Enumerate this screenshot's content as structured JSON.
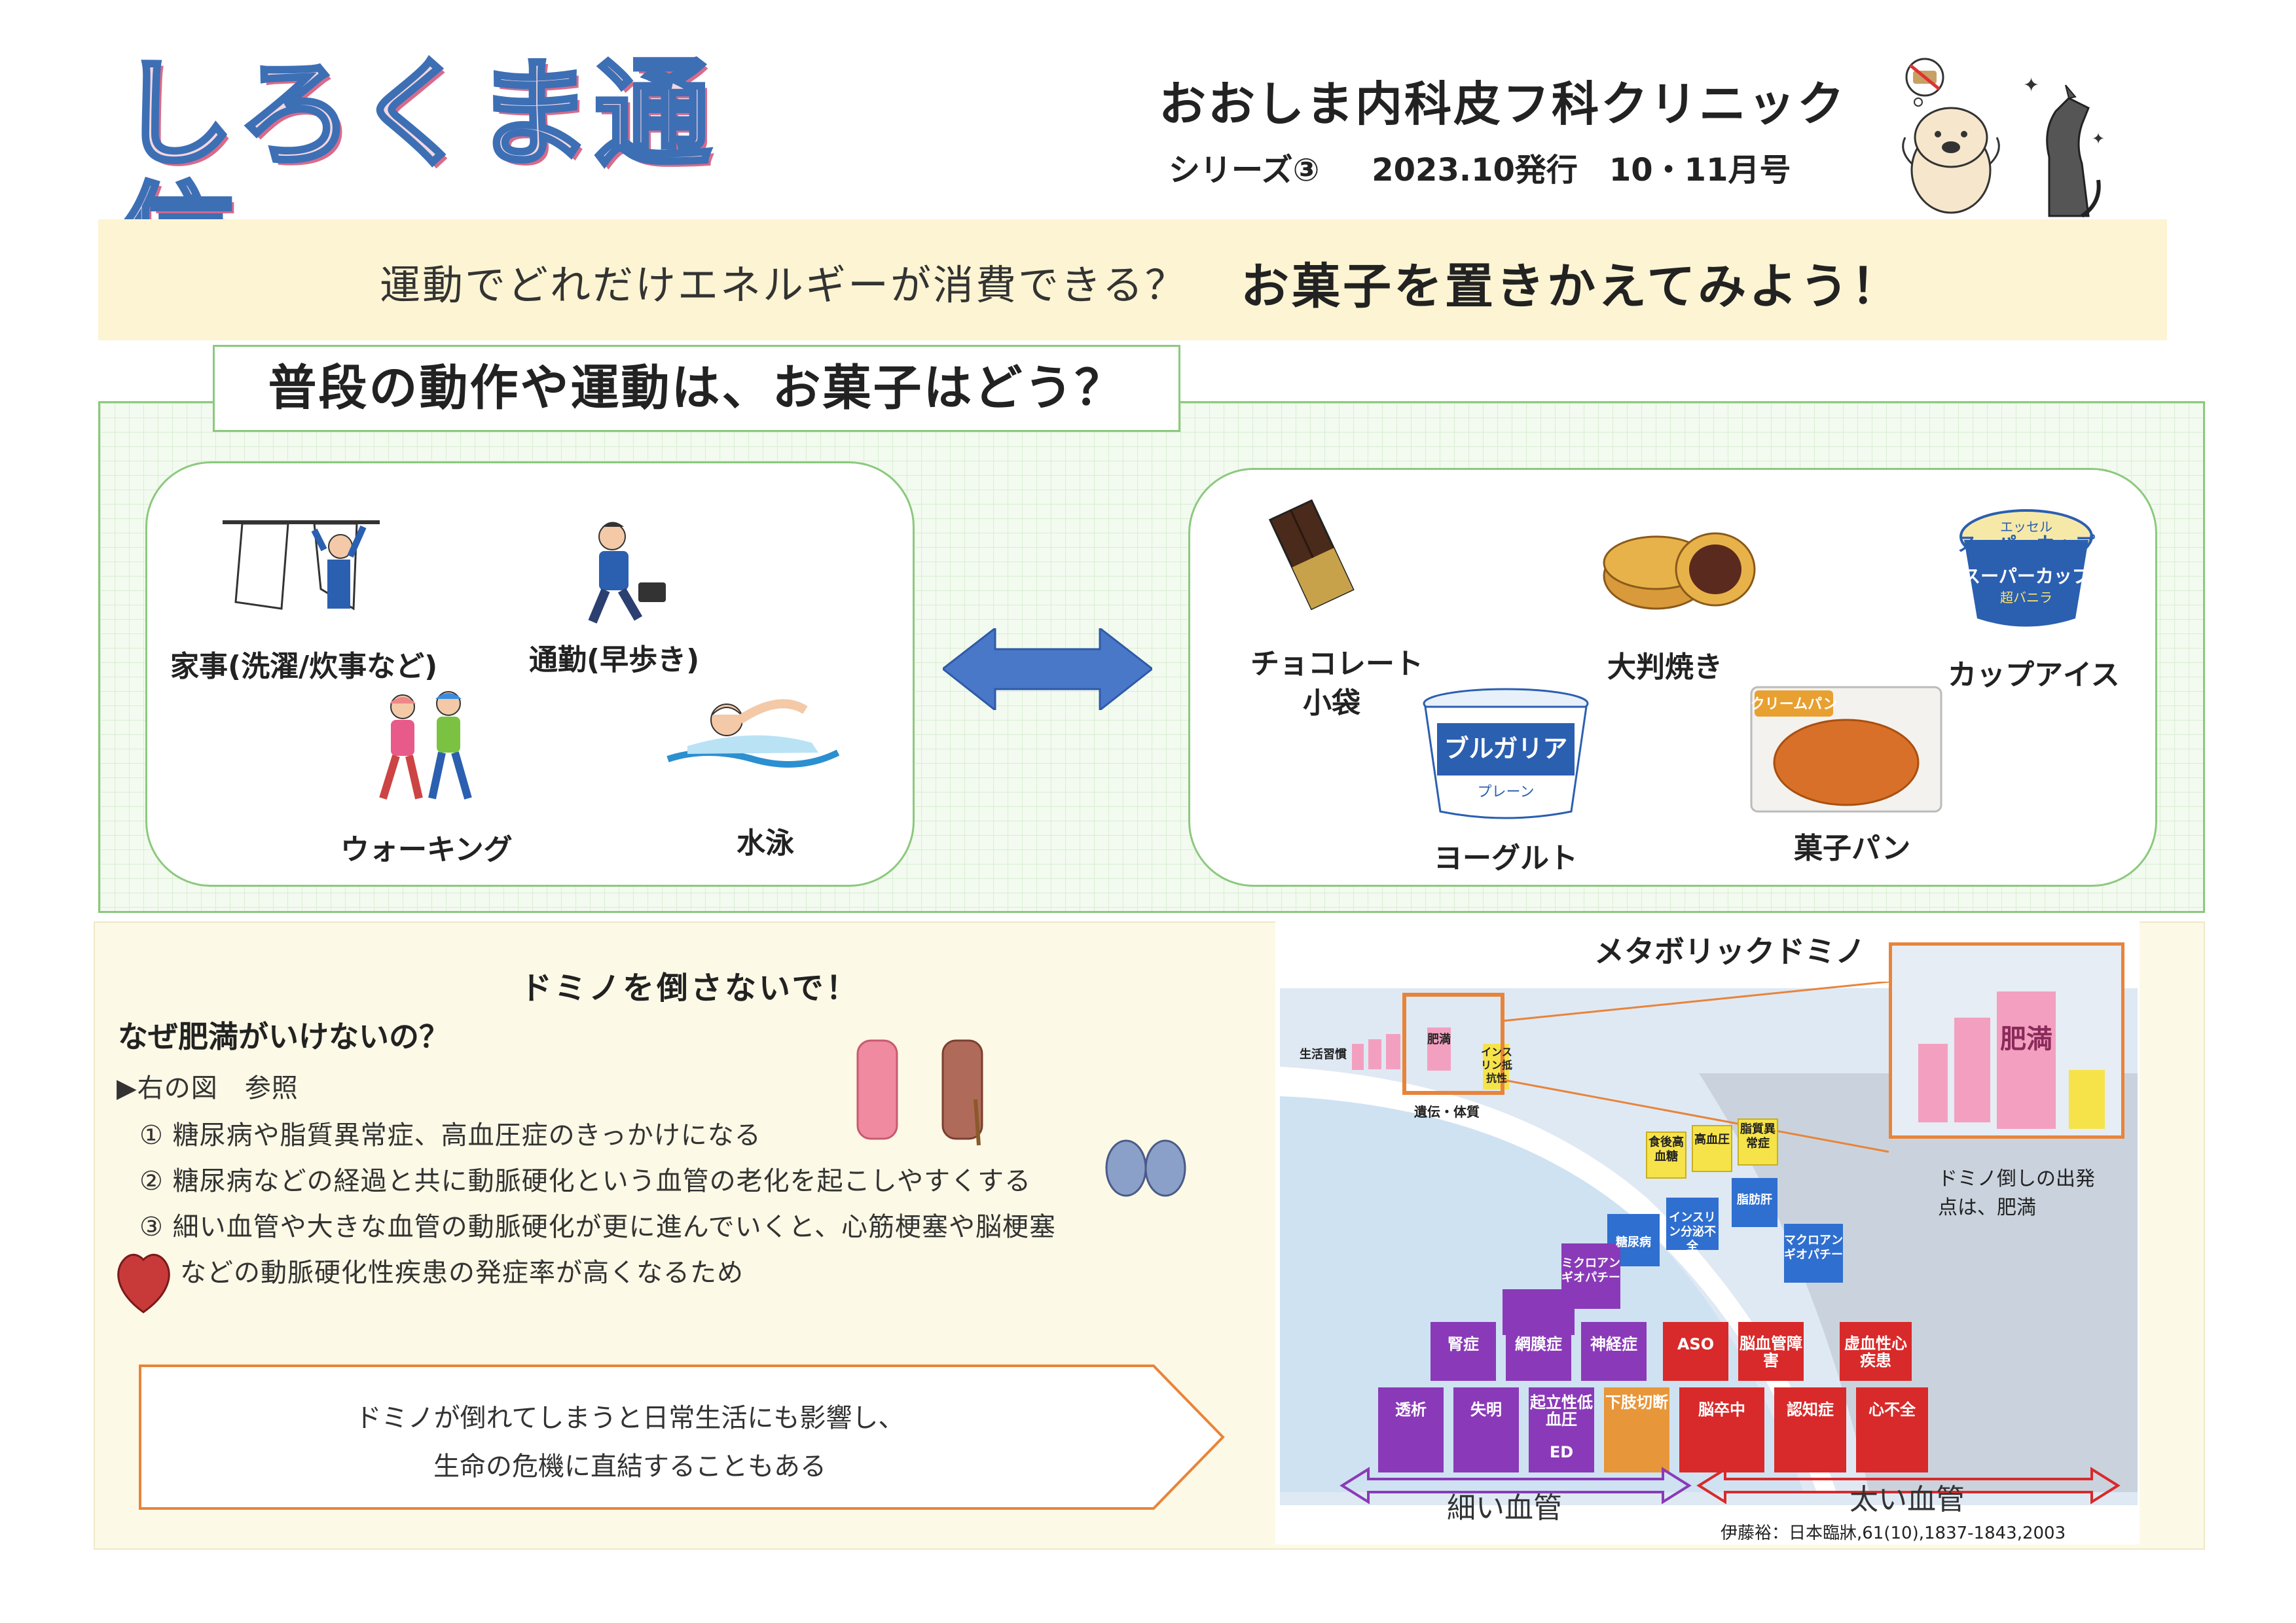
{
  "header": {
    "masthead": "しろくま通信",
    "clinic": "おおしま内科皮フ科クリニック",
    "series": "シリーズ③",
    "issue": "2023.10発行　10・11月号"
  },
  "title_band": {
    "question": "運動でどれだけエネルギーが消費できる？",
    "headline": "お菓子を置きかえてみよう！"
  },
  "section1": {
    "heading": "普段の動作や運動は、お菓子はどう？",
    "activities": [
      "家事(洗濯/炊事など)",
      "通勤(早歩き)",
      "ウォーキング",
      "水泳"
    ],
    "snacks": [
      "チョコレート",
      "小袋",
      "大判焼き",
      "カップアイス",
      "ヨーグルト",
      "菓子パン"
    ],
    "package_texts": {
      "yogurt": "ブルガリア",
      "yogurt_sub": "プレーン",
      "bread": "クリームパン",
      "ice_top": "エッセル",
      "ice": "スーパーカップ",
      "ice_sub": "超バニラ"
    }
  },
  "section2": {
    "heading": "ドミノを倒さないで！",
    "why": "なぜ肥満がいけないの？",
    "lines": [
      "▶右の図　参照",
      "① 糖尿病や脂質異常症、高血圧症のきっかけになる",
      "② 糖尿病などの経過と共に動脈硬化という血管の老化を起こしやすくする",
      "③ 細い血管や大きな血管の動脈硬化が更に進んでいくと、心筋梗塞や脳梗塞",
      "などの動脈硬化性疾患の発症率が高くなるため"
    ],
    "callout": [
      "ドミノが倒れてしまうと日常生活にも影響し、",
      "生命の危機に直結することもある"
    ]
  },
  "figure": {
    "title": "メタボリックドミノ",
    "top_labels": [
      "生活習慣",
      "肥満",
      "インスリン抵抗性",
      "遺伝・体質"
    ],
    "zoom_label": "肥満",
    "row_yellow": [
      "食後高血糖",
      "高血圧",
      "脂質異常症"
    ],
    "row_blue": [
      "糖尿病",
      "インスリン分泌不全",
      "脂肪肝",
      "マクロアンギオパチー"
    ],
    "row_purple_mid": [
      "ミクロアンギオパチー"
    ],
    "row_purple": [
      "腎症",
      "網膜症",
      "神経症"
    ],
    "row_red": [
      "ASO",
      "脳血管障害",
      "虚血性心疾患"
    ],
    "row_bottom_purple": [
      "透析",
      "失明",
      "起立性低血圧",
      "ED"
    ],
    "row_bottom_other": [
      "下肢切断",
      "脳卒中",
      "認知症",
      "心不全"
    ],
    "note": "ドミノ倒しの出発点は、肥満",
    "thin_vessels": "細い血管",
    "thick_vessels": "太い血管",
    "citation": "伊藤裕：日本臨牀,61(10),1837-1843,2003"
  }
}
